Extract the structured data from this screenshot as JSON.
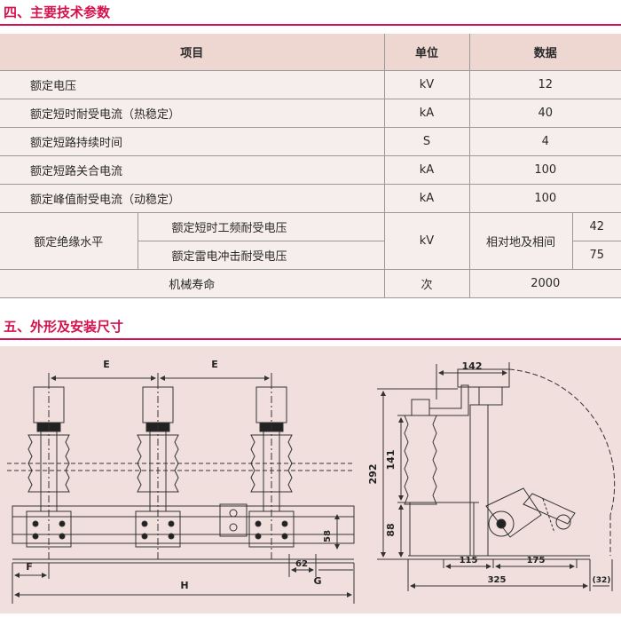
{
  "section4": {
    "title": "四、主要技术参数"
  },
  "table": {
    "headers": {
      "item": "项目",
      "unit": "单位",
      "data": "数据"
    },
    "rows": [
      {
        "item": "额定电压",
        "unit": "kV",
        "value": "12"
      },
      {
        "item": "额定短时耐受电流（热稳定）",
        "unit": "kA",
        "value": "40"
      },
      {
        "item": "额定短路持续时间",
        "unit": "S",
        "value": "4"
      },
      {
        "item": "额定短路关合电流",
        "unit": "kA",
        "value": "100"
      },
      {
        "item": "额定峰值耐受电流（动稳定）",
        "unit": "kA",
        "value": "100"
      }
    ],
    "insulation": {
      "label": "额定绝缘水平",
      "unit": "kV",
      "condition": "相对地及相间",
      "sub": [
        {
          "item": "额定短时工频耐受电压",
          "value": "42"
        },
        {
          "item": "额定雷电冲击耐受电压",
          "value": "75"
        }
      ]
    },
    "life": {
      "item": "机械寿命",
      "unit": "次",
      "value": "2000"
    }
  },
  "section5": {
    "title": "五、外形及安装尺寸"
  },
  "drawing": {
    "front": {
      "e1": "E",
      "e2": "E",
      "f": "F",
      "h": "H",
      "g": "G",
      "d62": "62",
      "d58": "58"
    },
    "side": {
      "d142": "142",
      "d292": "292",
      "d141": "141",
      "d88": "88",
      "d115": "115",
      "d175": "175",
      "d325": "325",
      "d32": "(32)"
    }
  },
  "colors": {
    "accent": "#d5114d",
    "header_bg": "#eed6d1",
    "row_bg": "#f6eeec",
    "panel_bg": "#f0dfdc"
  }
}
